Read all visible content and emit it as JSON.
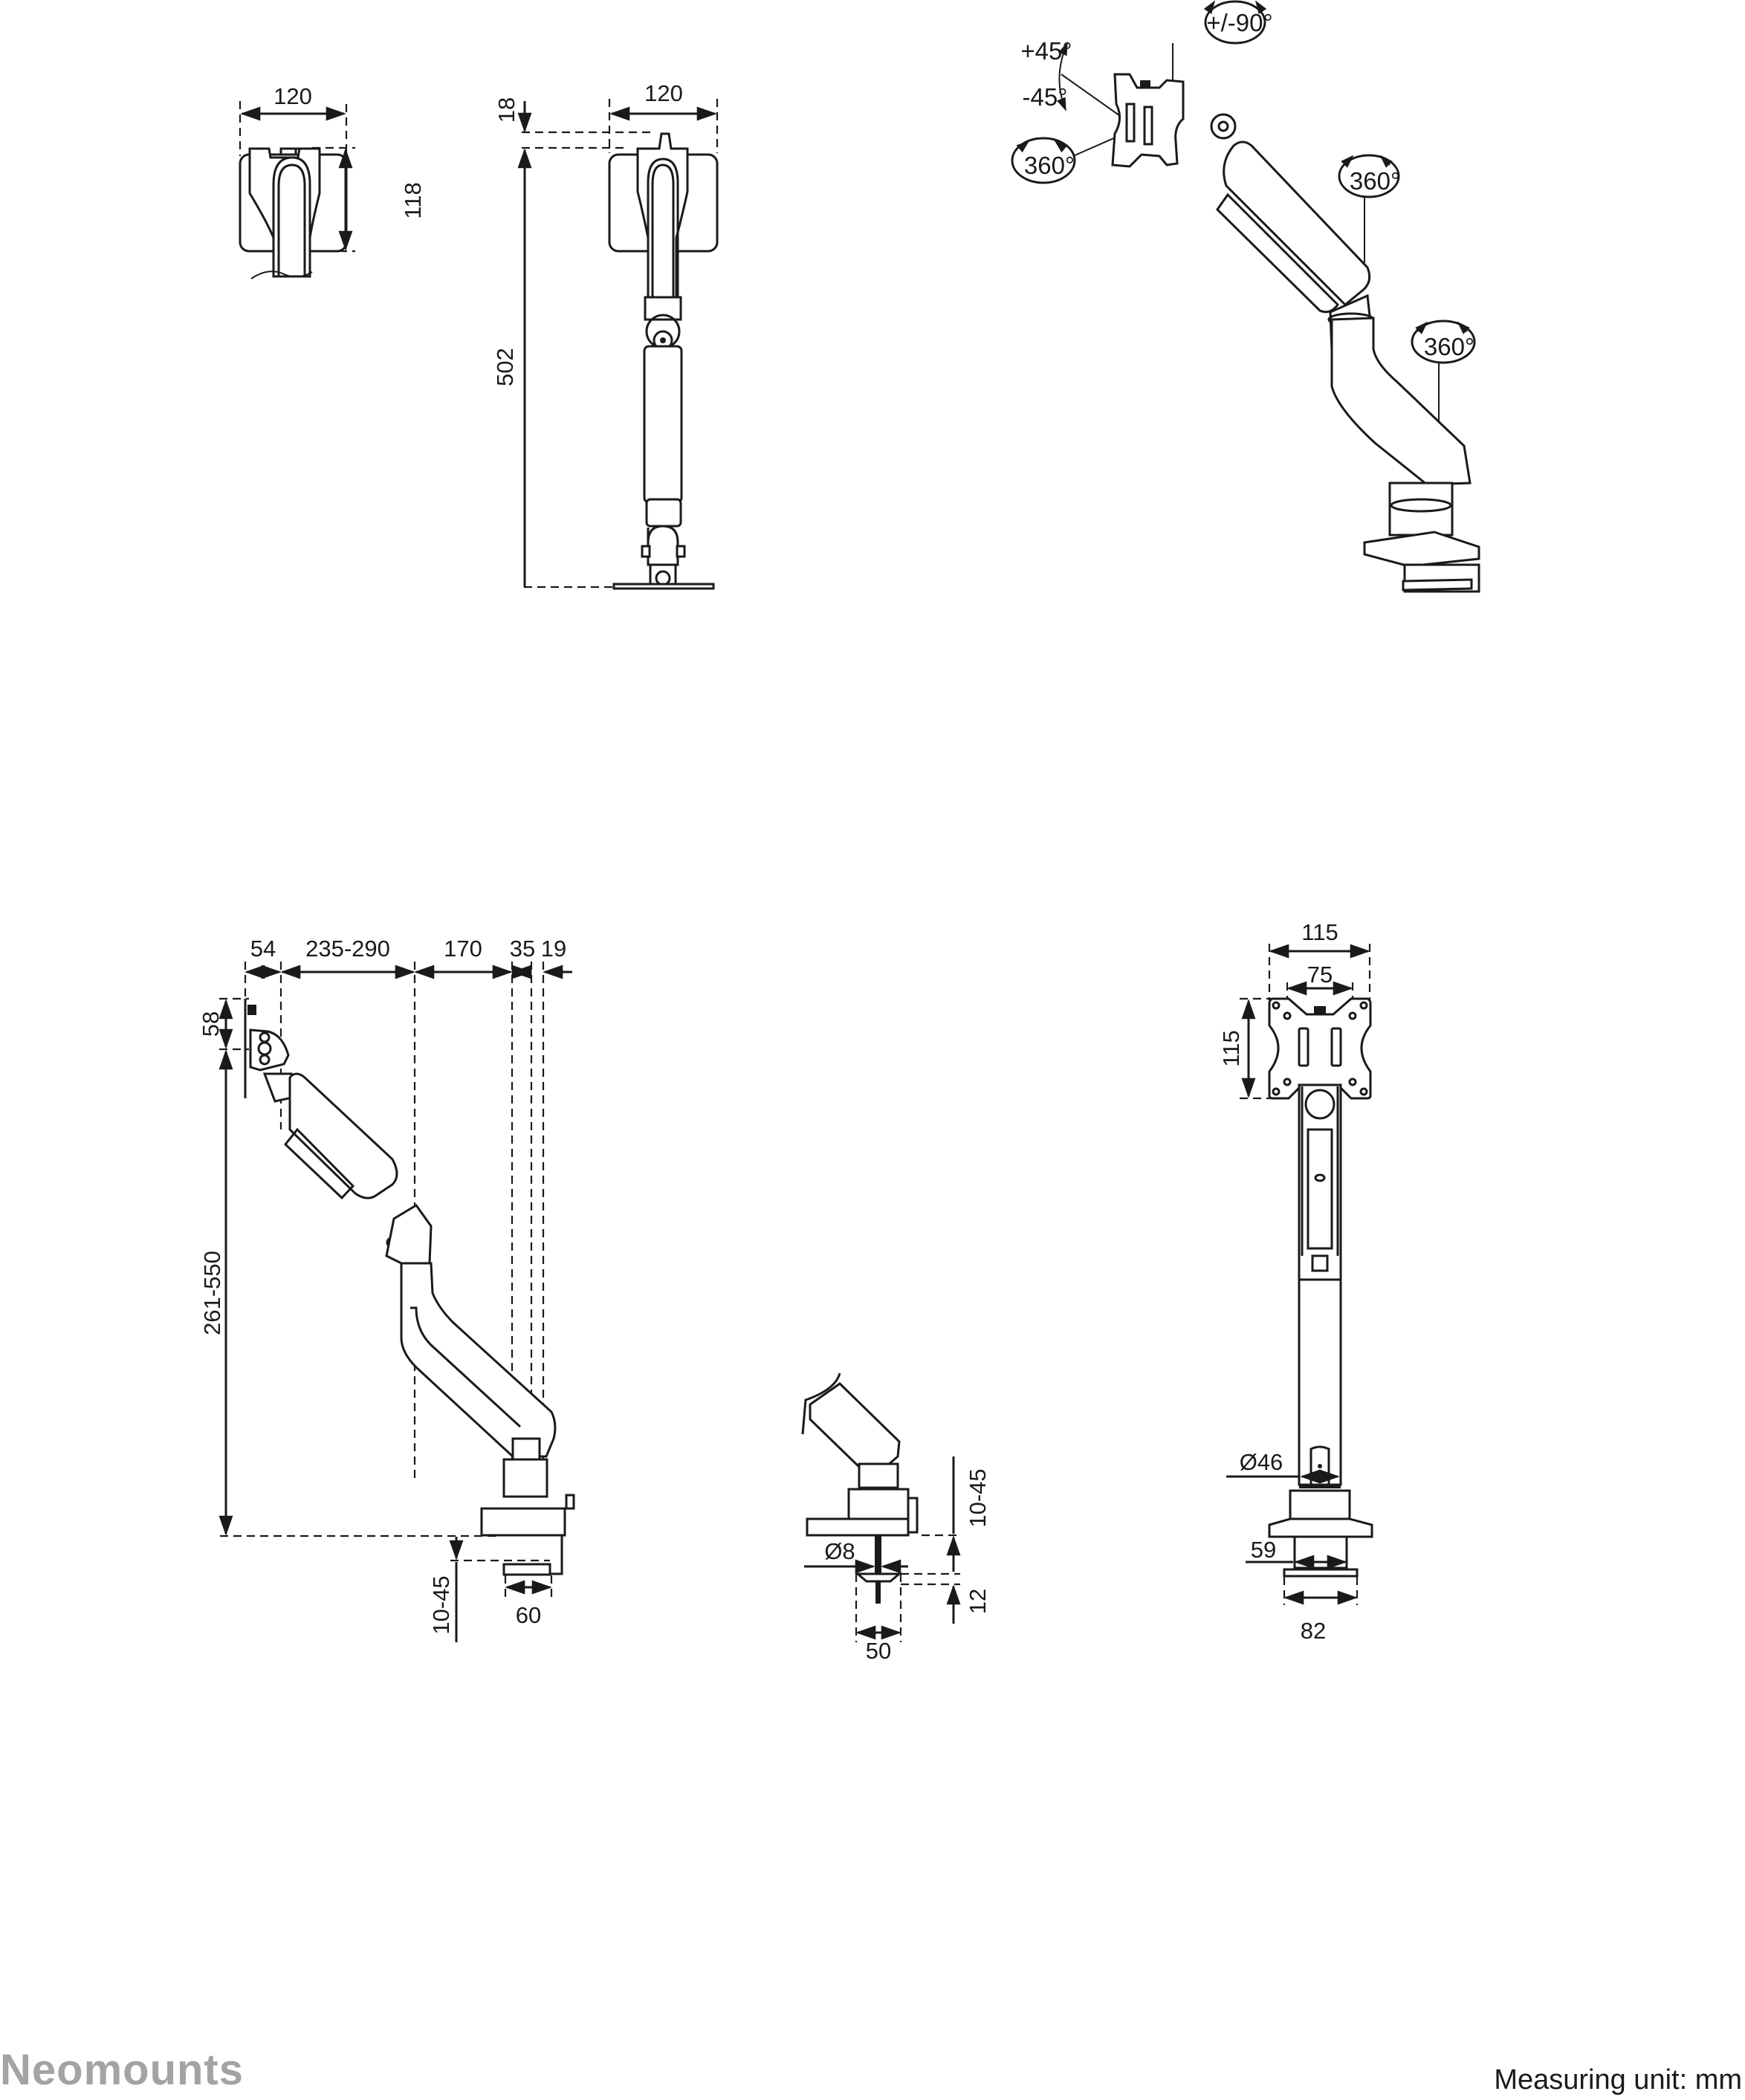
{
  "brand": {
    "logo_text": "Neomounts",
    "color": "#a3a3a3"
  },
  "footer": {
    "measuring_unit": "Measuring unit: mm"
  },
  "views": {
    "monitor_top_back": {
      "width": "120",
      "height": "118"
    },
    "side_profile": {
      "width": "120",
      "top_offset": "18",
      "total_height": "502"
    },
    "perspective": {
      "tilt_up": "+45°",
      "tilt_down": "-45°",
      "rotation": "+/-90°",
      "swivel_head": "360°",
      "swivel_elbow": "360°",
      "swivel_base": "360°"
    },
    "side_elevation": {
      "reach_head": "54",
      "reach_arm": "235-290",
      "reach_lower": "170",
      "reach_base": "35",
      "reach_clamp": "19",
      "head_height": "58",
      "height_range": "261-550",
      "desk_thickness": "10-45",
      "clamp_width": "60"
    },
    "grommet_detail": {
      "desk_thickness": "10-45",
      "bolt_diameter": "Ø8",
      "plate_thickness": "12",
      "plate_width": "50"
    },
    "front_elevation": {
      "plate_width": "115",
      "vesa_spacing": "75",
      "plate_height": "115",
      "pole_diameter": "Ø46",
      "clamp_neck_width": "59",
      "clamp_width": "82"
    }
  }
}
